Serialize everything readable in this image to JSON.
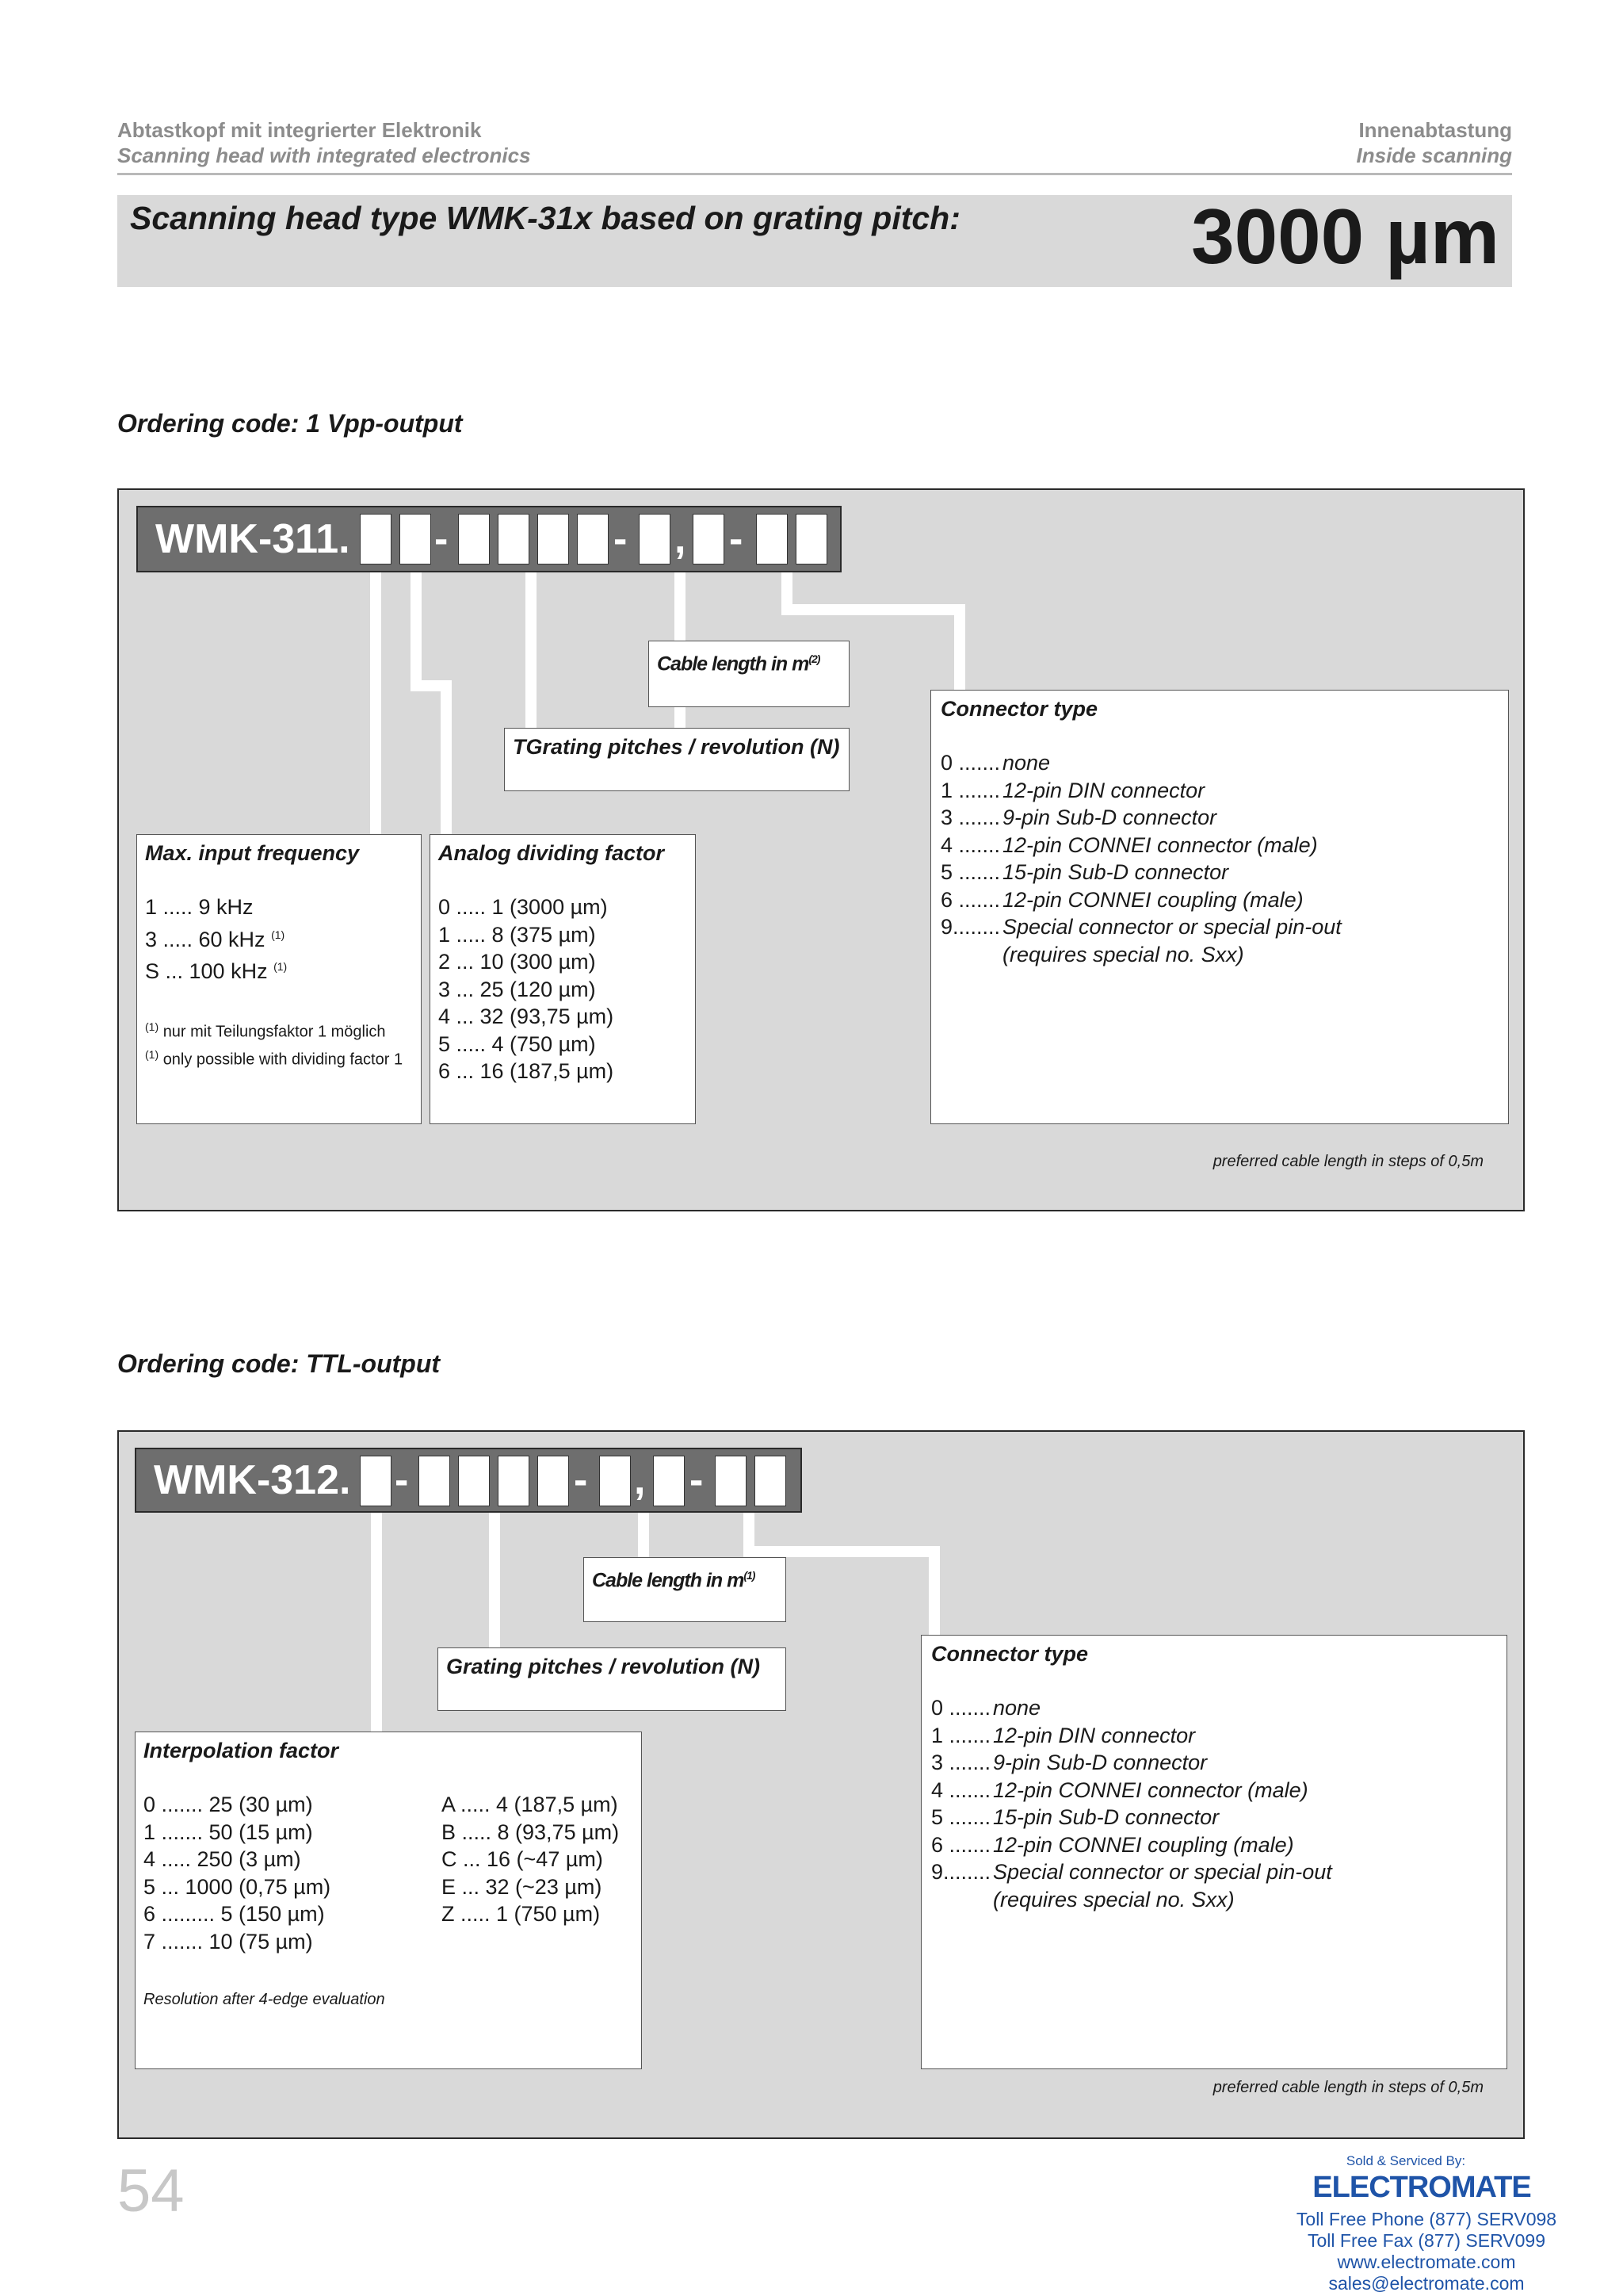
{
  "header": {
    "left_line1": "Abtastkopf mit integrierter Elektronik",
    "left_line2": "Scanning head with integrated electronics",
    "right_line1": "Innenabtastung",
    "right_line2": "Inside scanning"
  },
  "title": {
    "text": "Scanning head type WMK-31x based on grating pitch:",
    "pitch": "3000 µm"
  },
  "section1": {
    "heading": "Ordering code: 1 Vpp-output",
    "code_label": "WMK-311.",
    "separators": [
      "-",
      "-",
      ",",
      "-"
    ],
    "cable_length": {
      "label": "Cable length in m",
      "sup": "(2)"
    },
    "grating": {
      "label": "TGrating pitches / revolution (N)"
    },
    "max_freq": {
      "title": "Max. input frequency",
      "rows": [
        "1 ..... 9   kHz",
        "3 ..... 60 kHz",
        "S ... 100 kHz"
      ],
      "row_sups": [
        "",
        "(1)",
        "(1)"
      ],
      "footnote1_sup": "(1)",
      "footnote1": "nur mit Teilungsfaktor 1 möglich",
      "footnote2_sup": "(1)",
      "footnote2": "only possible with dividing factor 1"
    },
    "analog_div": {
      "title": "Analog dividing factor",
      "rows": [
        "0 ..... 1 (3000 µm)",
        "1 ..... 8 (375 µm)",
        "2 ... 10 (300 µm)",
        "3 ... 25 (120 µm)",
        "4 ... 32 (93,75 µm)",
        "5 ..... 4 (750 µm)",
        "6 ... 16 (187,5 µm)"
      ]
    },
    "connector": {
      "title": "Connector type",
      "rows": [
        {
          "code": "0 .......",
          "text": "none"
        },
        {
          "code": "1 .......",
          "text": "12-pin DIN connector"
        },
        {
          "code": "3 .......",
          "text": "9-pin Sub-D connector"
        },
        {
          "code": "4 .......",
          "text": "12-pin CONNEI connector (male)"
        },
        {
          "code": "5 .......",
          "text": "15-pin Sub-D connector"
        },
        {
          "code": "6 .......",
          "text": "12-pin CONNEI coupling (male)"
        },
        {
          "code": "9........",
          "text": "Special connector or special pin-out"
        },
        {
          "code": "",
          "text": "(requires special no. Sxx)"
        }
      ]
    },
    "note": "preferred cable length in steps of 0,5m"
  },
  "section2": {
    "heading": "Ordering code: TTL-output",
    "code_label": "WMK-312.",
    "separators": [
      "-",
      "-",
      ",",
      "-"
    ],
    "cable_length": {
      "label": "Cable length in m",
      "sup": "(1)"
    },
    "grating": {
      "label": "Grating pitches / revolution (N)"
    },
    "interp": {
      "title": "Interpolation factor",
      "col1": [
        "0 ....... 25 (30 µm)",
        "1 ....... 50 (15 µm)",
        "4 ..... 250 (3 µm)",
        "5 ... 1000 (0,75 µm)",
        "6 ......... 5 (150 µm)",
        "7 ....... 10 (75 µm)"
      ],
      "col2": [
        "A ..... 4 (187,5 µm)",
        "B ..... 8 (93,75 µm)",
        "C ... 16 (~47 µm)",
        "E ... 32 (~23 µm)",
        "Z ..... 1 (750  µm)"
      ],
      "footnote": "Resolution after 4-edge evaluation"
    },
    "connector": {
      "title": "Connector type",
      "rows": [
        {
          "code": "0 .......",
          "text": "none"
        },
        {
          "code": "1 .......",
          "text": "12-pin DIN connector"
        },
        {
          "code": "3 .......",
          "text": "9-pin Sub-D connector"
        },
        {
          "code": "4 .......",
          "text": "12-pin CONNEI connector (male)"
        },
        {
          "code": "5 .......",
          "text": "15-pin Sub-D connector"
        },
        {
          "code": "6 .......",
          "text": "12-pin CONNEI coupling (male)"
        },
        {
          "code": "9........",
          "text": "Special connector or special pin-out"
        },
        {
          "code": "",
          "text": "(requires special no. Sxx)"
        }
      ]
    },
    "note": "preferred cable length in steps of 0,5m"
  },
  "footer": {
    "page_number": "54",
    "sold_by": "Sold & Serviced By:",
    "brand": "ELECTROMATE",
    "phone": "Toll Free Phone  (877) SERV098",
    "fax": "Toll Free Fax  (877) SERV099",
    "web": "www.electromate.com",
    "email": "sales@electromate.com"
  },
  "colors": {
    "panel_bg": "#d9d9d9",
    "code_bar": "#6e6e6e",
    "header_grey": "#8c8c8c",
    "brand_blue": "#1f54a8"
  }
}
